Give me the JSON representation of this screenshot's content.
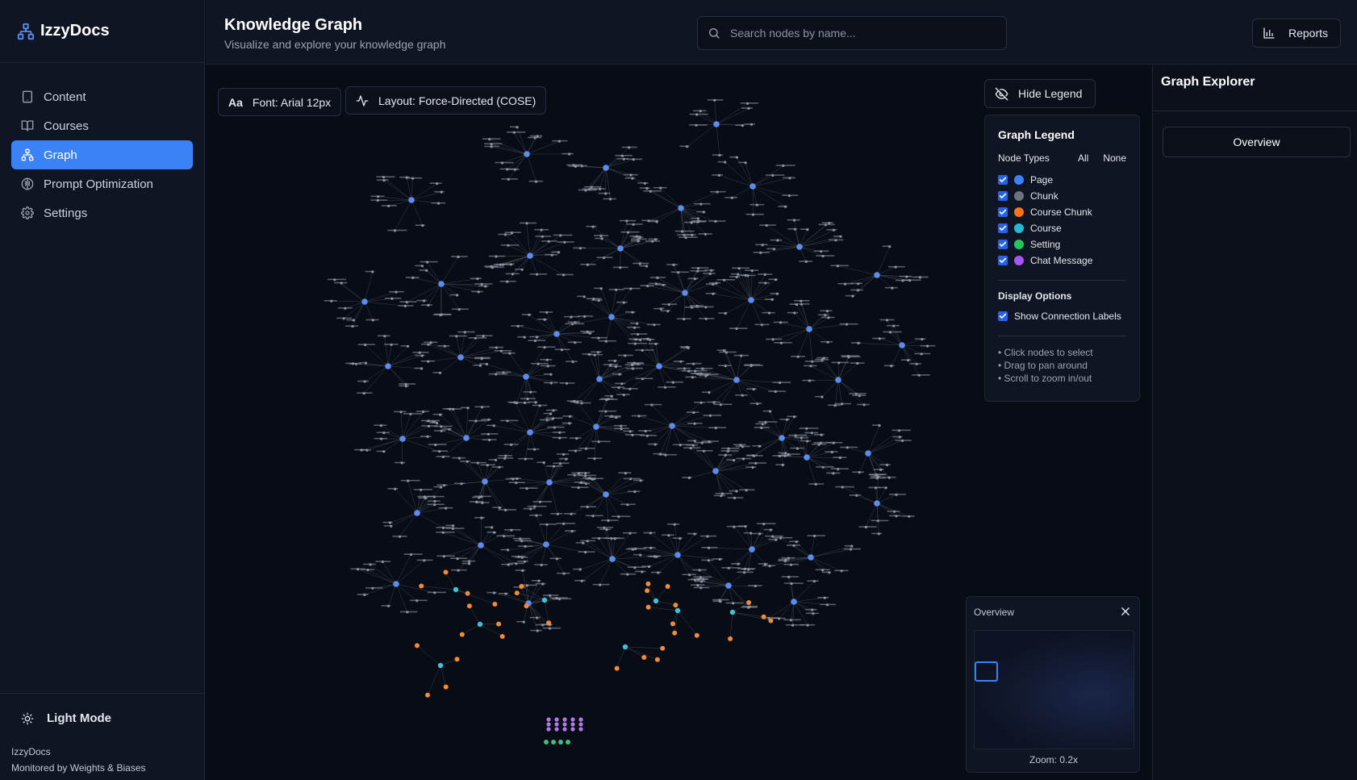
{
  "app": {
    "name": "IzzyDocs"
  },
  "sidebar": {
    "items": [
      {
        "label": "Content",
        "icon": "tablet-icon"
      },
      {
        "label": "Courses",
        "icon": "book-open-icon"
      },
      {
        "label": "Graph",
        "icon": "network-icon",
        "active": true
      },
      {
        "label": "Prompt Optimization",
        "icon": "brain-icon"
      },
      {
        "label": "Settings",
        "icon": "gear-icon"
      }
    ],
    "mode_toggle": "Light Mode",
    "footer_app": "IzzyDocs",
    "footer_monitor": "Monitored by Weights & Biases"
  },
  "header": {
    "title": "Knowledge Graph",
    "subtitle": "Visualize and explore your knowledge graph",
    "search_placeholder": "Search nodes by name...",
    "reports_label": "Reports"
  },
  "toolbar": {
    "font_prefix": "Aa",
    "font_label": "Font: Arial 12px",
    "layout_label": "Layout: Force-Directed (COSE)",
    "hide_legend_label": "Hide Legend"
  },
  "legend": {
    "title": "Graph Legend",
    "node_types_label": "Node Types",
    "all_label": "All",
    "none_label": "None",
    "types": [
      {
        "label": "Page",
        "color": "#3b82f6",
        "checked": true
      },
      {
        "label": "Chunk",
        "color": "#6b7280",
        "checked": true
      },
      {
        "label": "Course Chunk",
        "color": "#f97316",
        "checked": true
      },
      {
        "label": "Course",
        "color": "#22b8cf",
        "checked": true
      },
      {
        "label": "Setting",
        "color": "#22c55e",
        "checked": true
      },
      {
        "label": "Chat Message",
        "color": "#a855f7",
        "checked": true
      }
    ],
    "display_options_label": "Display Options",
    "show_connection_labels": "Show Connection Labels",
    "hints": [
      "• Click nodes to select",
      "• Drag to pan around",
      "• Scroll to zoom in/out"
    ]
  },
  "minimap": {
    "title": "Overview",
    "zoom_label": "Zoom: 0.2x"
  },
  "right_panel": {
    "title": "Graph Explorer",
    "tab_label": "Overview"
  },
  "colors": {
    "accent": "#3b82f6",
    "page_node": "#5b8def",
    "chunk_node": "#8a93a3",
    "course_chunk_node": "#f28c3a",
    "course_node": "#3fc1d6",
    "setting_node": "#3fbf7f",
    "chat_node": "#b07be8"
  }
}
